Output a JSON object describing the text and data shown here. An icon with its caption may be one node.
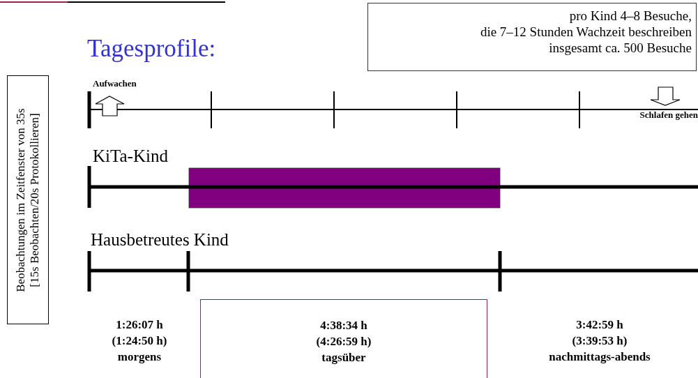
{
  "diagram": {
    "title": "Tagesprofile:",
    "nodes": [
      {
        "text": [
          "pro Kind 4–8 Besuche,",
          "die 7–12 Stunden Wachzeit beschreiben",
          "insgesamt ca. 500 Besuche"
        ]
      },
      {
        "text": [
          "Beobachtungen im Zeitfenster von 35s",
          "[15s Beobachten/20s Protokollieren]"
        ]
      },
      {
        "text": [
          "4:38:34 h",
          "(4:26:59 h)",
          "tagsüber"
        ]
      }
    ],
    "edges": [],
    "labels": [
      "Aufwachen",
      "Schlafen gehen",
      "KiTa-Kind",
      "Hausbetreutes Kind",
      "1:26:07 h",
      "(1:24:50 h)",
      "morgens",
      "3:42:59 h",
      "(3:39:53 h)",
      "nachmittags-abends"
    ]
  }
}
